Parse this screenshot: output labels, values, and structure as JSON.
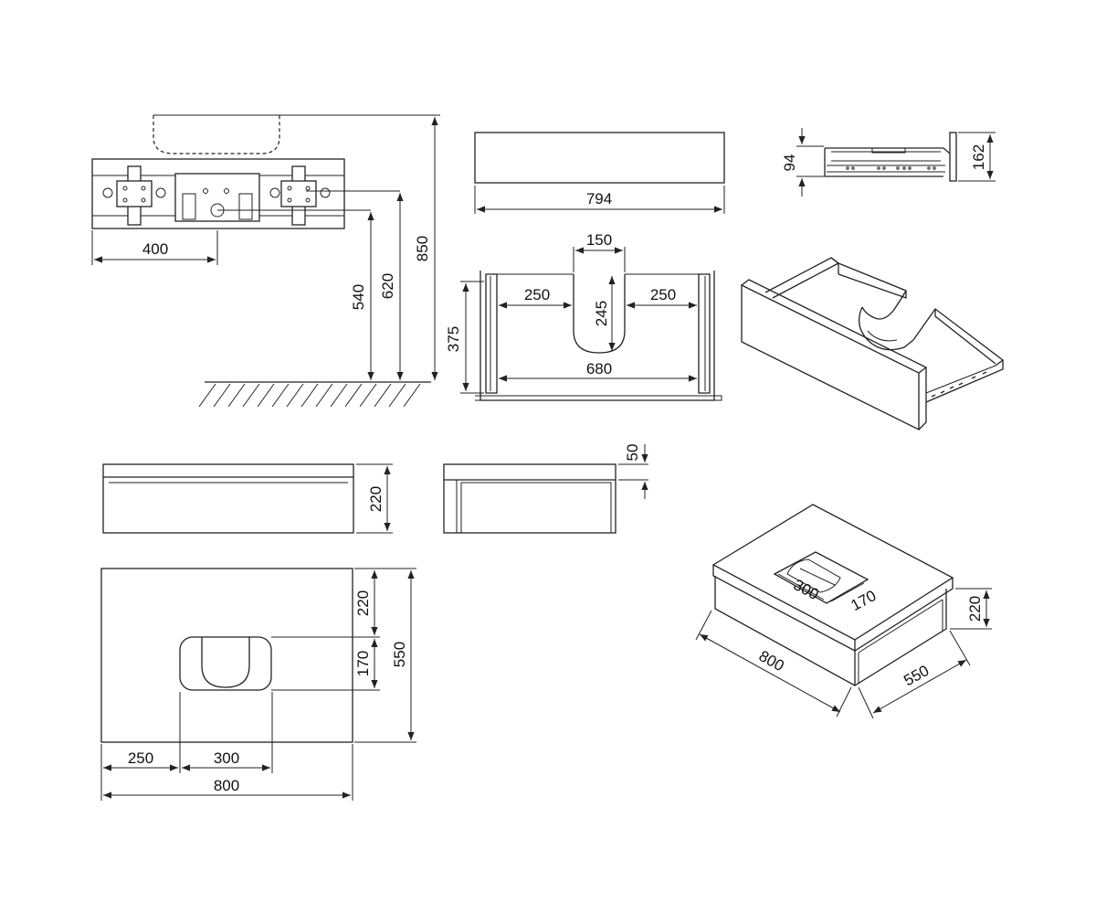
{
  "dimensions": {
    "elevation": {
      "width_half": "400",
      "height_540": "540",
      "height_620": "620",
      "height_850": "850"
    },
    "front": {
      "width": "794"
    },
    "side": {
      "drawer_height": "94",
      "total_height": "162"
    },
    "drawer_plan": {
      "cutout_width": "150",
      "left_offset": "250",
      "right_offset": "250",
      "cutout_depth": "245",
      "depth": "375",
      "inner_width": "680"
    },
    "top_front": {
      "height": "220"
    },
    "top_side": {
      "top_thickness": "50"
    },
    "plan": {
      "height_220": "220",
      "cutout_170": "170",
      "depth_550": "550",
      "offset_250": "250",
      "cutout_300": "300",
      "width_800": "800"
    },
    "iso": {
      "cutout_300": "300",
      "cutout_170": "170",
      "height_220": "220",
      "width_800": "800",
      "depth_550": "550"
    }
  }
}
